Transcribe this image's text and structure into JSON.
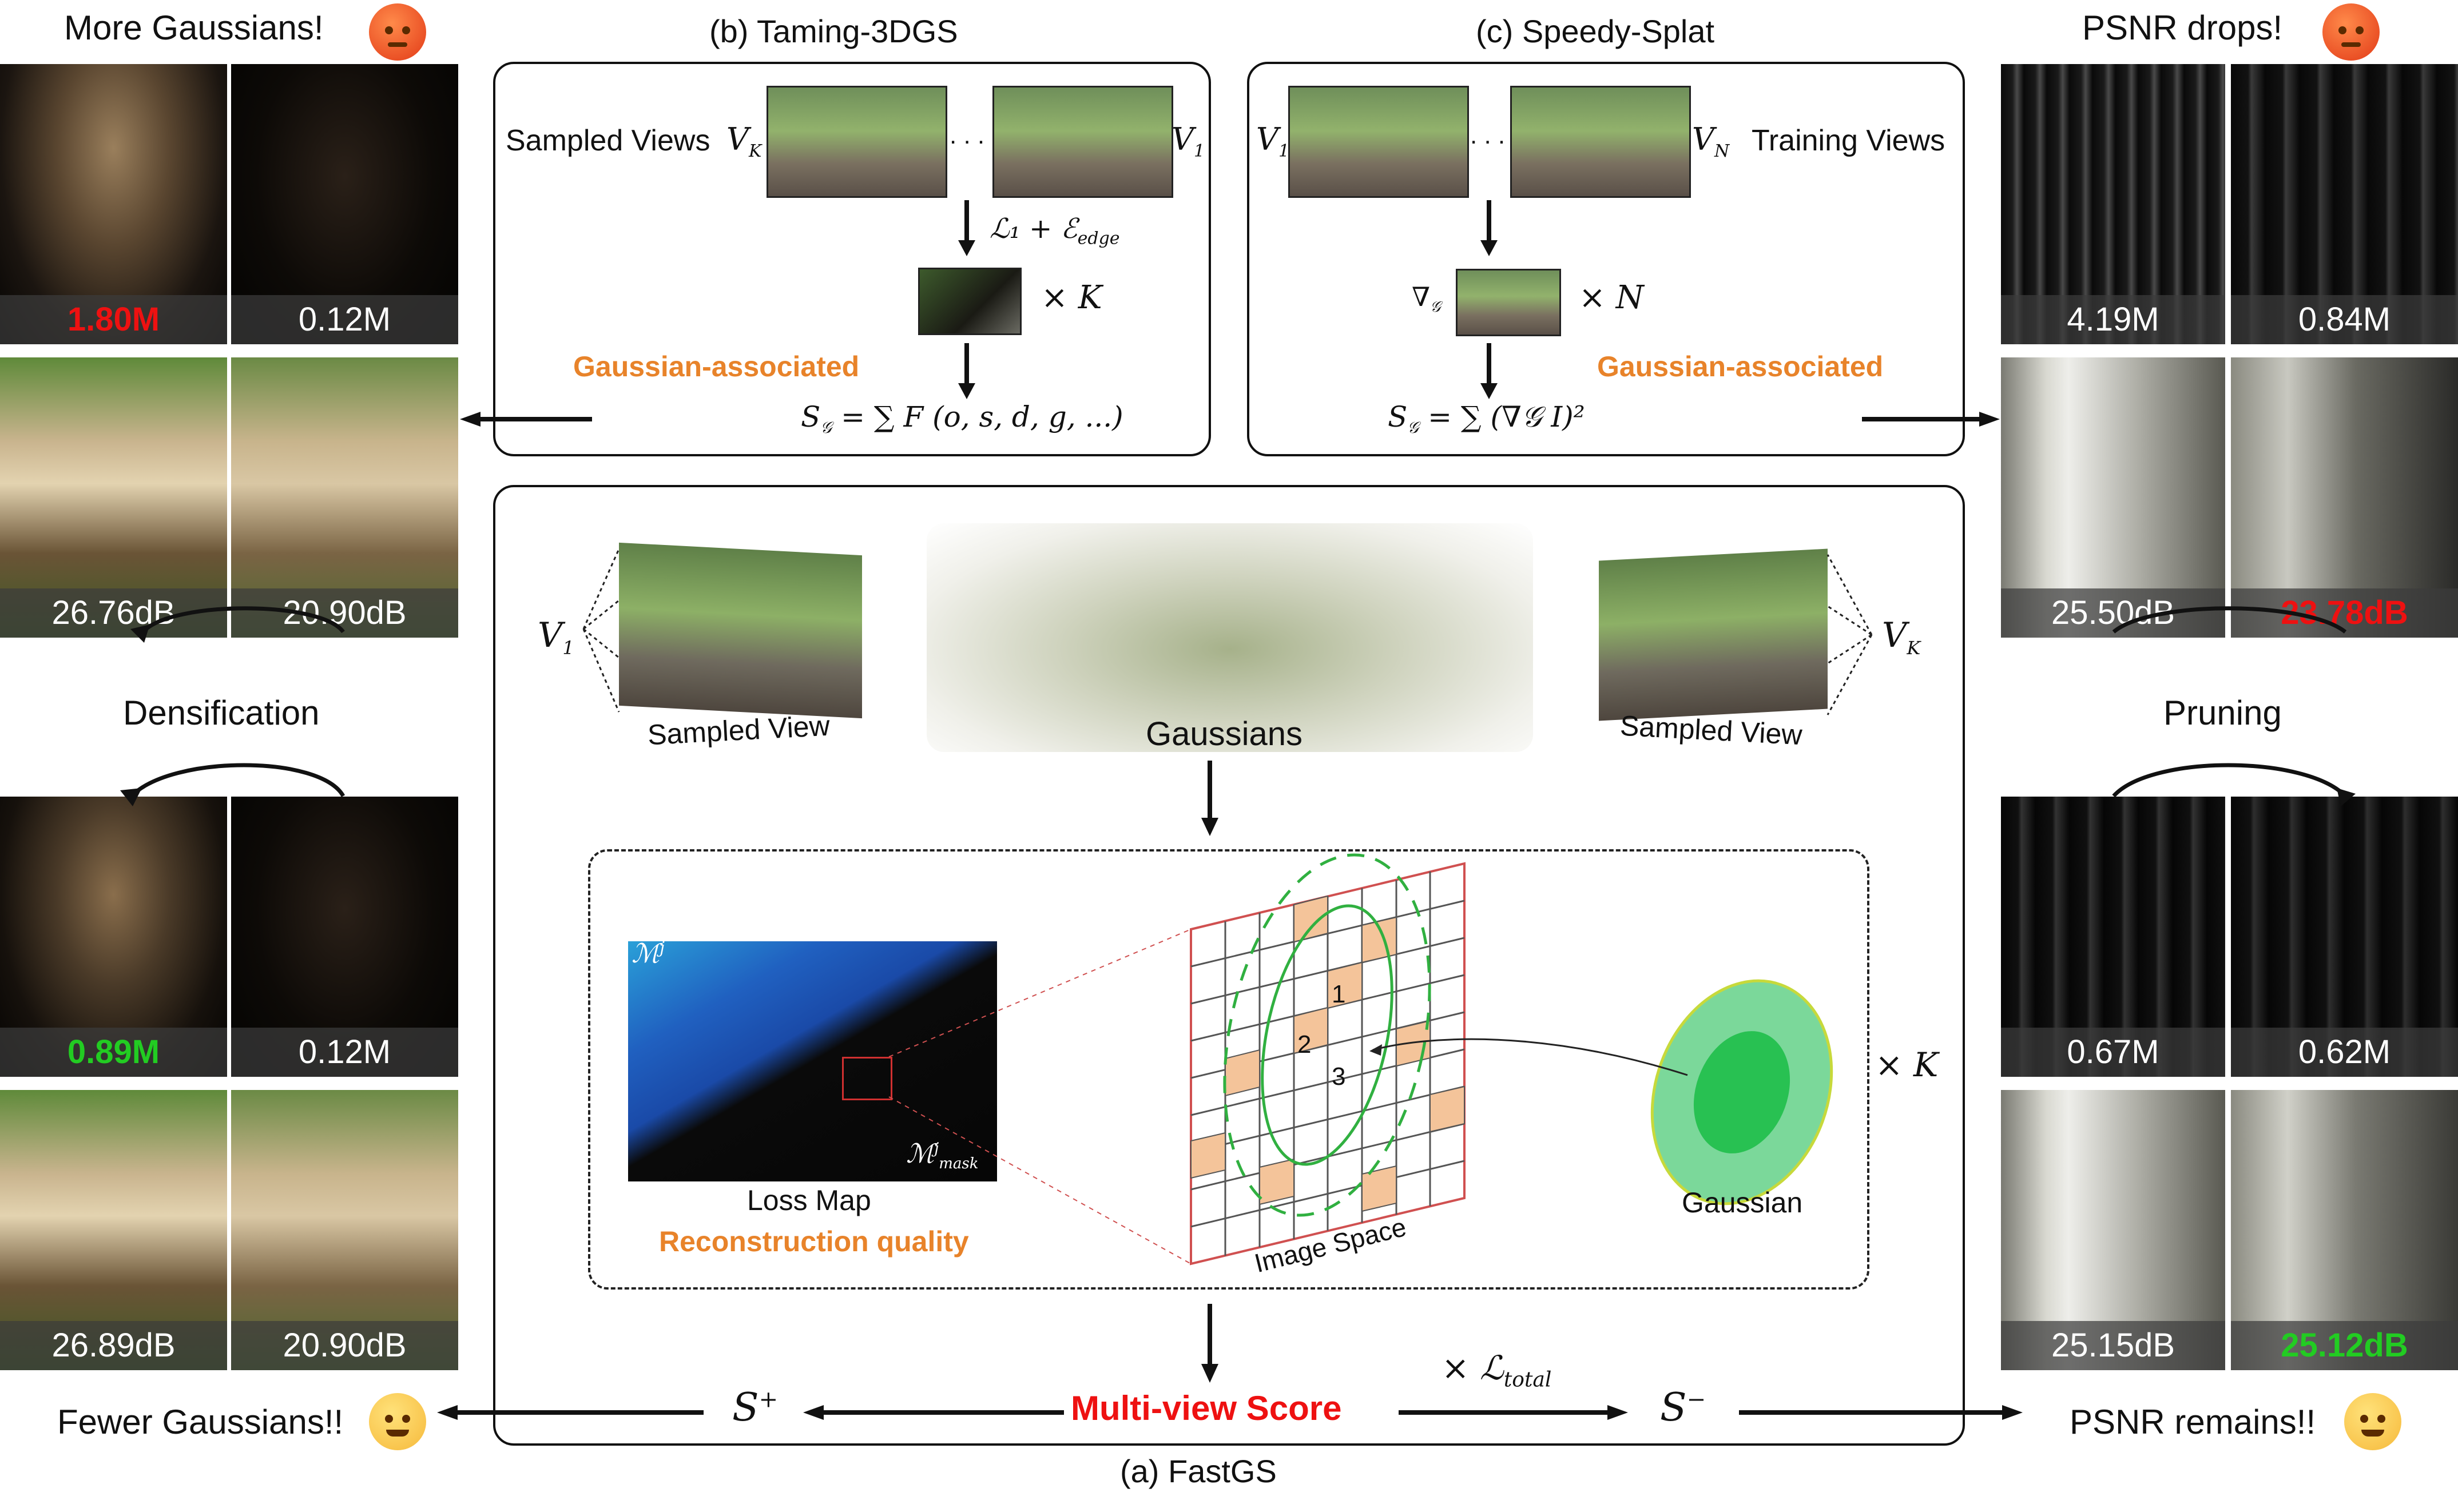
{
  "left": {
    "top_heading": "More Gaussians!",
    "top_counts": [
      "1.80M",
      "0.12M"
    ],
    "top_psnr": [
      "26.76dB",
      "20.90dB"
    ],
    "middle_label": "Densification",
    "bottom_counts": [
      "0.89M",
      "0.12M"
    ],
    "bottom_psnr": [
      "26.89dB",
      "20.90dB"
    ],
    "bottom_heading": "Fewer Gaussians!!"
  },
  "right": {
    "top_heading": "PSNR drops!",
    "top_counts": [
      "4.19M",
      "0.84M"
    ],
    "top_psnr": [
      "25.50dB",
      "23.78dB"
    ],
    "middle_label": "Pruning",
    "bottom_counts": [
      "0.67M",
      "0.62M"
    ],
    "bottom_psnr": [
      "25.15dB",
      "25.12dB"
    ],
    "bottom_heading": "PSNR remains!!"
  },
  "taming": {
    "title": "(b) Taming-3DGS",
    "sampled_views": "Sampled Views",
    "vk": "V",
    "vk_sub": "K",
    "v1": "V",
    "v1_sub": "1",
    "dots": ". . .",
    "loss": "ℒ₁ + ℰ",
    "loss_sub": "edge",
    "times_k": "× K",
    "assoc": "Gaussian-associated",
    "score": "S",
    "score_sub": "𝒢",
    "score_rhs": "= ∑ F (o,  s,  d,  g,  ...)"
  },
  "speedy": {
    "title": "(c) Speedy-Splat",
    "v1": "V",
    "v1_sub": "1",
    "vn": "V",
    "vn_sub": "N",
    "dots": ". . .",
    "training_views": "Training Views",
    "grad": "∇",
    "grad_sub": "𝒢",
    "times_n": "× N",
    "assoc": "Gaussian-associated",
    "score": "S",
    "score_sub": "𝒢",
    "score_rhs": "= ∑ (∇𝒢 I)²"
  },
  "fastgs": {
    "caption": "(a) FastGS",
    "v1": "V",
    "v1_sub": "1",
    "vk": "V",
    "vk_sub": "K",
    "sampled_view_left": "Sampled View",
    "gaussians": "Gaussians",
    "sampled_view_right": "Sampled View",
    "mj": "ℳ",
    "mj_sup": "j",
    "mj_mask": "ℳ",
    "mj_mask_sup": "j",
    "mj_mask_sub": "mask",
    "loss_map": "Loss Map",
    "recon_quality": "Reconstruction quality",
    "image_space": "Image Space",
    "cells": [
      "1",
      "2",
      "3"
    ],
    "gaussian": "Gaussian",
    "times_k": "× K",
    "multi_view_score": "Multi-view Score",
    "s_plus": "S",
    "s_plus_sup": "+",
    "s_minus": "S",
    "s_minus_sup": "−",
    "times_ltotal": "× ℒ",
    "ltotal_sub": "total"
  }
}
